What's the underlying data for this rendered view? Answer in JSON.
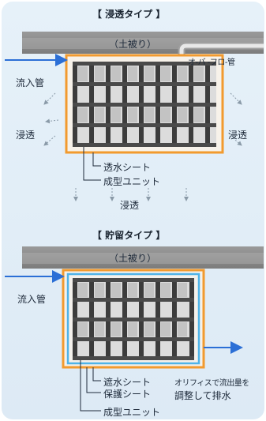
{
  "infiltration": {
    "title": "【 浸透タイプ 】",
    "soil_cover": "（土被り）",
    "inflow_pipe": "流入管",
    "overflow_pipe": "オ-バ -フロ-管",
    "seep_left": "浸透",
    "seep_right": "浸透",
    "seep_bottom": "浸透",
    "permeable_sheet": "透水シート",
    "molded_unit": "成型ユニット"
  },
  "storage": {
    "title": "【 貯留タイプ 】",
    "soil_cover": "（土被り）",
    "inflow_pipe": "流入管",
    "impermeable_sheet": "遮水シート",
    "protection_sheet": "保護シート",
    "molded_unit": "成型ユニット",
    "orifice_note_1": "オリフィスで流出量を",
    "orifice_note_2": "調整して排水"
  },
  "colors": {
    "panel": "#e3eef8",
    "soil": "#8c8c8c",
    "orange_sheet": "#f29a2e",
    "blue_sheet": "#4fb3e8",
    "water_arrow": "#2b6fd6",
    "unit_dark": "#3c3c3c"
  }
}
